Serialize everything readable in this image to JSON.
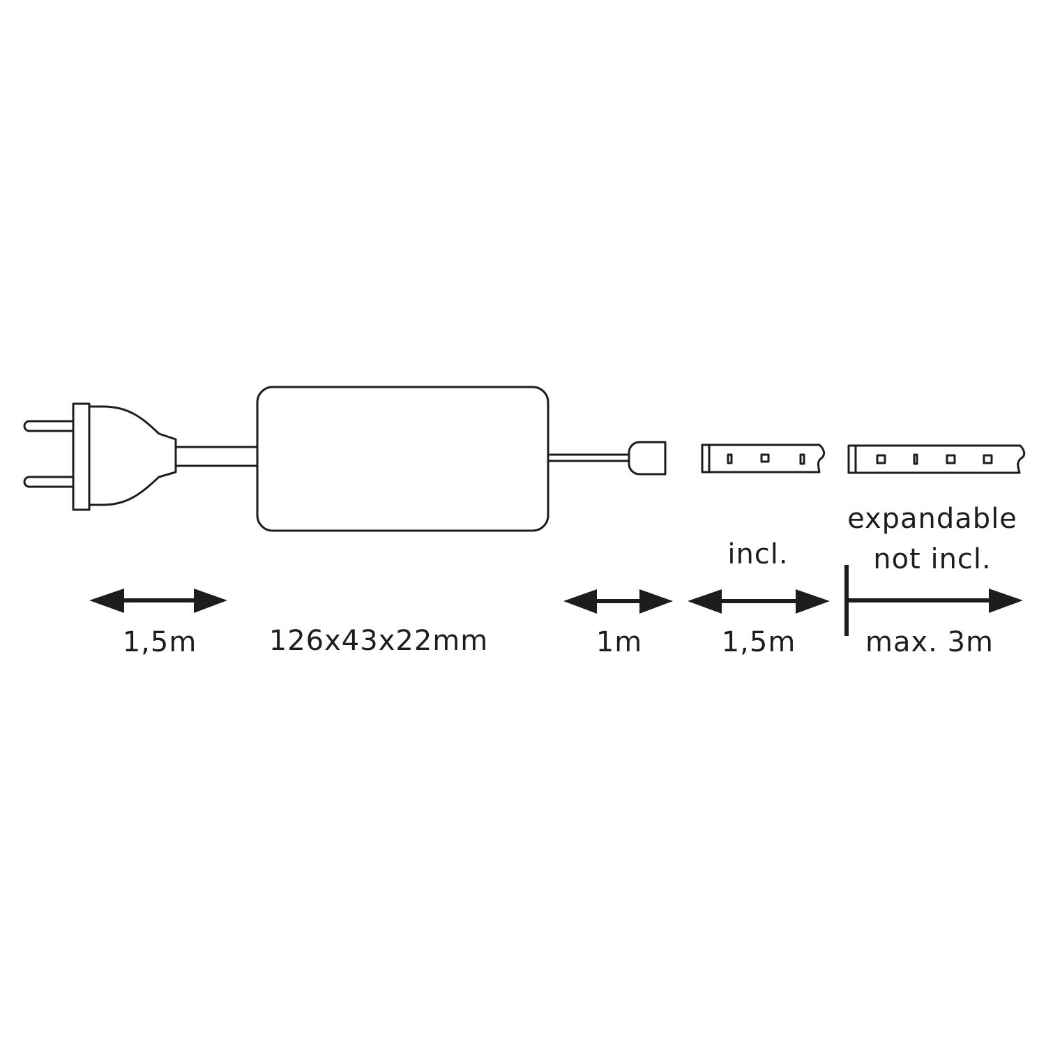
{
  "diagram": {
    "title": "LED strip set components",
    "colors": {
      "line": "#1d1d1b",
      "background": "#ffffff"
    },
    "components": [
      {
        "name": "plug",
        "icon": "power-plug-icon"
      },
      {
        "name": "power-supply",
        "icon": "transformer-box-icon"
      },
      {
        "name": "connector",
        "icon": "connector-icon"
      },
      {
        "name": "led-strip-included",
        "icon": "led-strip-icon",
        "leds": [
          "bar",
          "square",
          "bar"
        ]
      },
      {
        "name": "led-strip-expansion",
        "icon": "led-strip-icon",
        "leds": [
          "square",
          "bar",
          "square",
          "square"
        ]
      }
    ],
    "labels": {
      "plug_cable_length": "1,5m",
      "power_supply_size": "126x43x22mm",
      "connector_cable_length": "1m",
      "included_header": "incl.",
      "included_strip_length": "1,5m",
      "expandable_line1": "expandable",
      "expandable_line2": "not incl.",
      "expandable_max": "max. 3m"
    }
  }
}
